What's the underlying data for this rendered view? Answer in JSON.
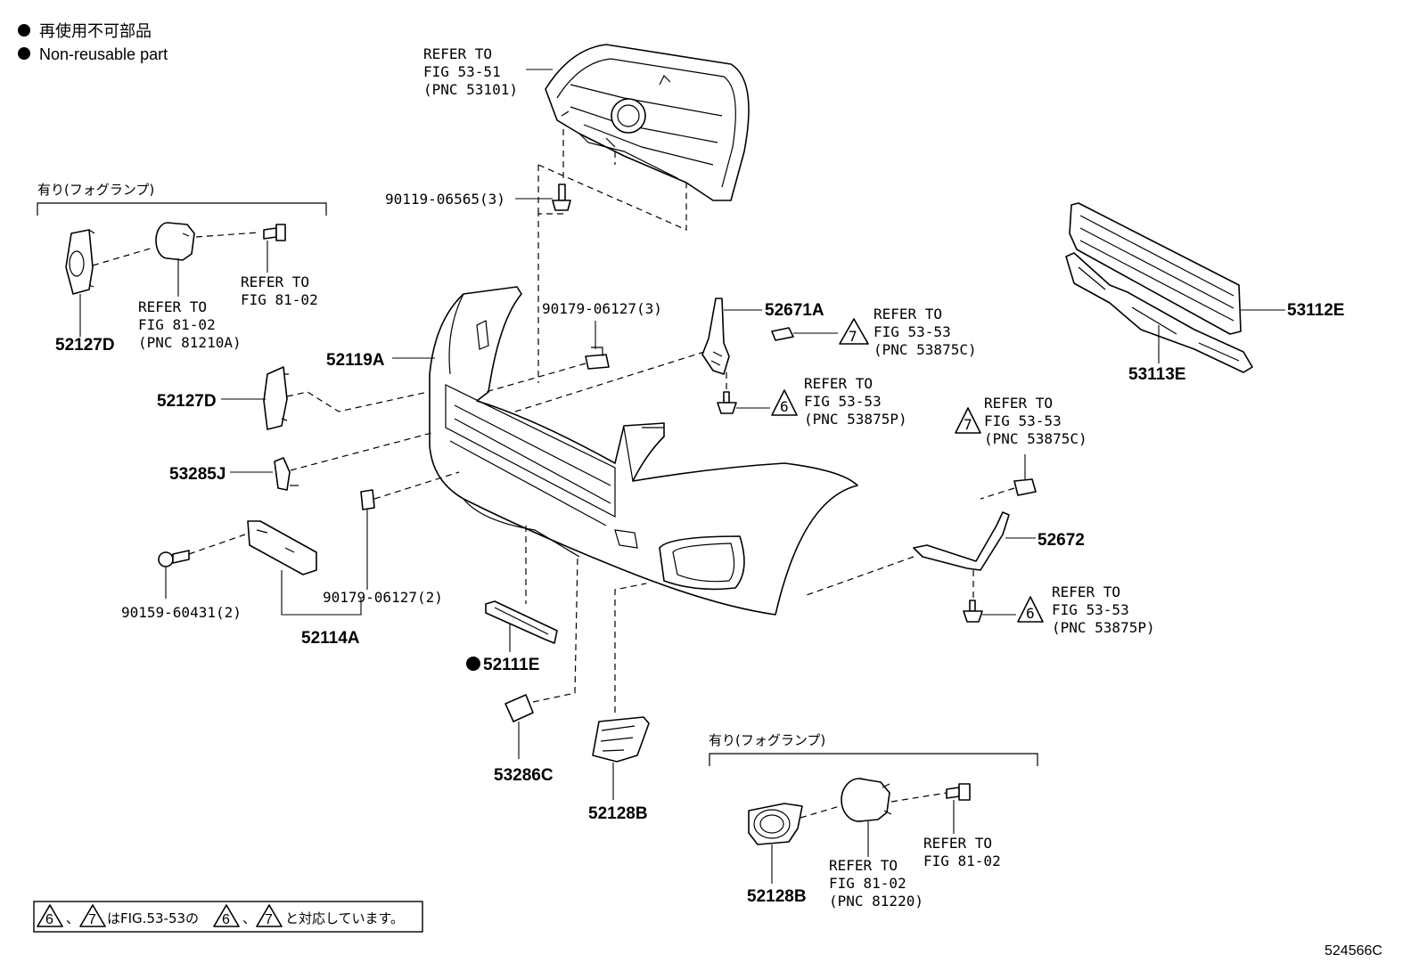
{
  "legend": {
    "line1": "再使用不可部品",
    "line2": "Non-reusable part"
  },
  "fog_group_label": "有り(フォグランプ)",
  "refs": {
    "grille": [
      "REFER TO",
      "FIG 53-51",
      "(PNC 53101)"
    ],
    "fog_left": [
      "REFER TO",
      "FIG 81-02",
      "(PNC 81210A)"
    ],
    "fog_left_bolt": [
      "REFER TO",
      "FIG 81-02"
    ],
    "clip7_upper": [
      "REFER TO",
      "FIG 53-53",
      "(PNC 53875C)"
    ],
    "clip6_upper": [
      "REFER TO",
      "FIG 53-53",
      "(PNC 53875P)"
    ],
    "clip7_right": [
      "REFER TO",
      "FIG 53-53",
      "(PNC 53875C)"
    ],
    "clip6_right": [
      "REFER TO",
      "FIG 53-53",
      "(PNC 53875P)"
    ],
    "fog_right_bolt": [
      "REFER TO",
      "FIG 81-02"
    ],
    "fog_right": [
      "REFER TO",
      "FIG 81-02",
      "(PNC 81220)"
    ]
  },
  "parts": {
    "p90119": "90119-06565(3)",
    "p90179_upper": "90179-06127(3)",
    "p52671A": "52671A",
    "p53112E": "53112E",
    "p53113E": "53113E",
    "p52127D_top": "52127D",
    "p52119A": "52119A",
    "p52127D": "52127D",
    "p53285J": "53285J",
    "p52672": "52672",
    "p90159": "90159-60431(2)",
    "p90179_lower": "90179-06127(2)",
    "p52114A": "52114A",
    "p52111E": "52111E",
    "p53286C": "53286C",
    "p52128B_lower": "52128B",
    "p52128B_right": "52128B"
  },
  "triangles": {
    "six": "6",
    "seven": "7"
  },
  "note": {
    "mid": "はFIG.53-53の",
    "sep": "、",
    "tail": "と対応しています。"
  },
  "illustration_id": "524566C"
}
